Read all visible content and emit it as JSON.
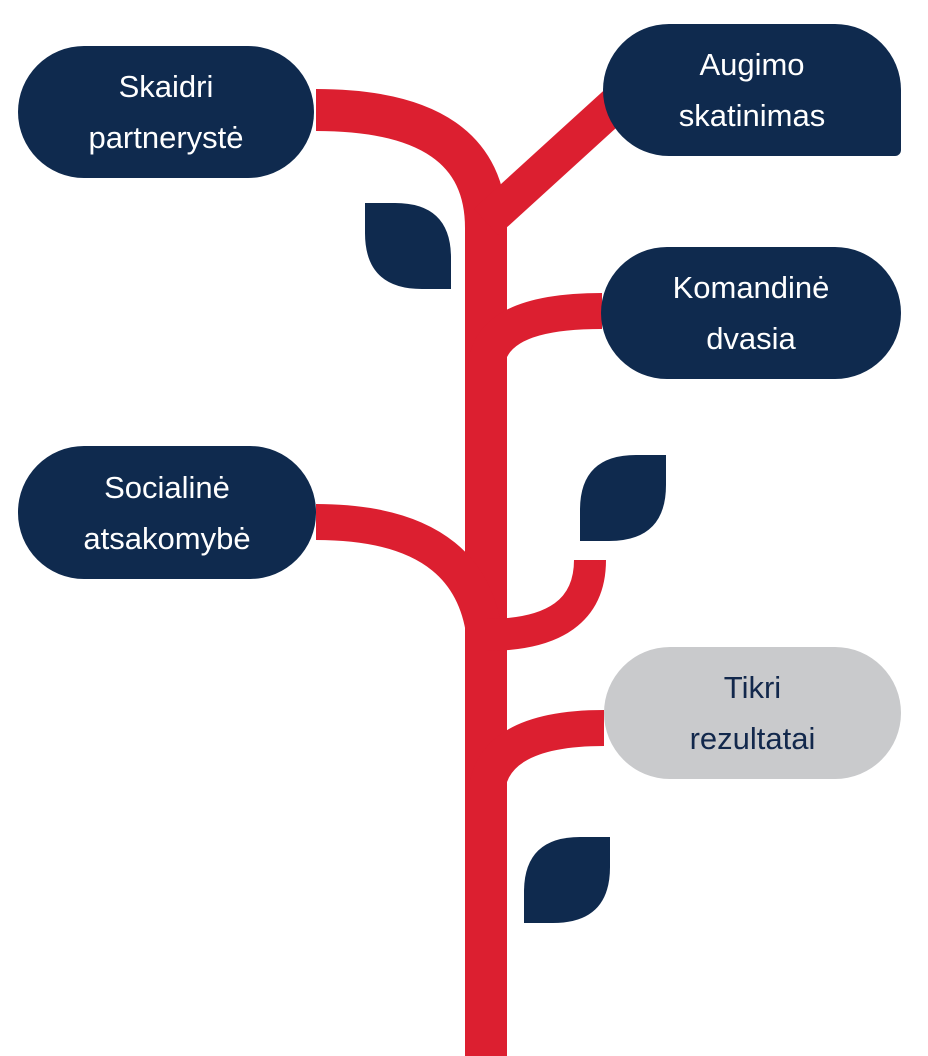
{
  "colors": {
    "stem": "#dc1f30",
    "node_dark": "#0f2a4e",
    "node_light": "#c9cacc",
    "text_on_dark": "#ffffff",
    "text_on_light": "#12284c"
  },
  "nodes": [
    {
      "id": "skaidri",
      "lines": [
        "Skaidri",
        "partnerystė"
      ],
      "style": "dark"
    },
    {
      "id": "augimo",
      "lines": [
        "Augimo",
        "skatinimas"
      ],
      "style": "dark"
    },
    {
      "id": "komandine",
      "lines": [
        "Komandinė",
        "dvasia"
      ],
      "style": "dark"
    },
    {
      "id": "socialine",
      "lines": [
        "Socialinė",
        "atsakomybė"
      ],
      "style": "dark"
    },
    {
      "id": "tikri",
      "lines": [
        "Tikri",
        "rezultatai"
      ],
      "style": "light"
    }
  ],
  "leaves": [
    "leaf-icon",
    "leaf-icon",
    "leaf-icon"
  ]
}
